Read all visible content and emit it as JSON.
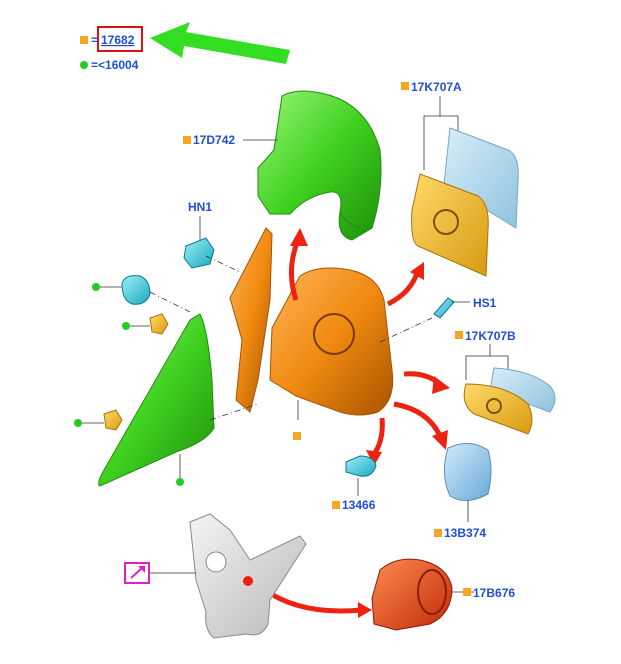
{
  "colors": {
    "link": "#1f4fd6",
    "part_square": "#f5a623",
    "dot": "#22cc22",
    "hint_arrow": "#33dd22",
    "red_arrow": "#ee2211",
    "highlight_box": "#dd1111",
    "magenta": "#e020c0"
  },
  "legend": {
    "main_part": "17682",
    "equals": "=",
    "dot_text": "=<16004"
  },
  "callouts": {
    "cover": "17D742",
    "glass_upper": "17K707A",
    "glass_lower": "17K707B",
    "nut": "HN1",
    "screw": "HS1",
    "bulb": "13466",
    "lamp": "13B374",
    "motor": "17B676"
  },
  "icons": [
    "square-icon",
    "dot-icon",
    "arrow-icon",
    "external-link-icon"
  ]
}
